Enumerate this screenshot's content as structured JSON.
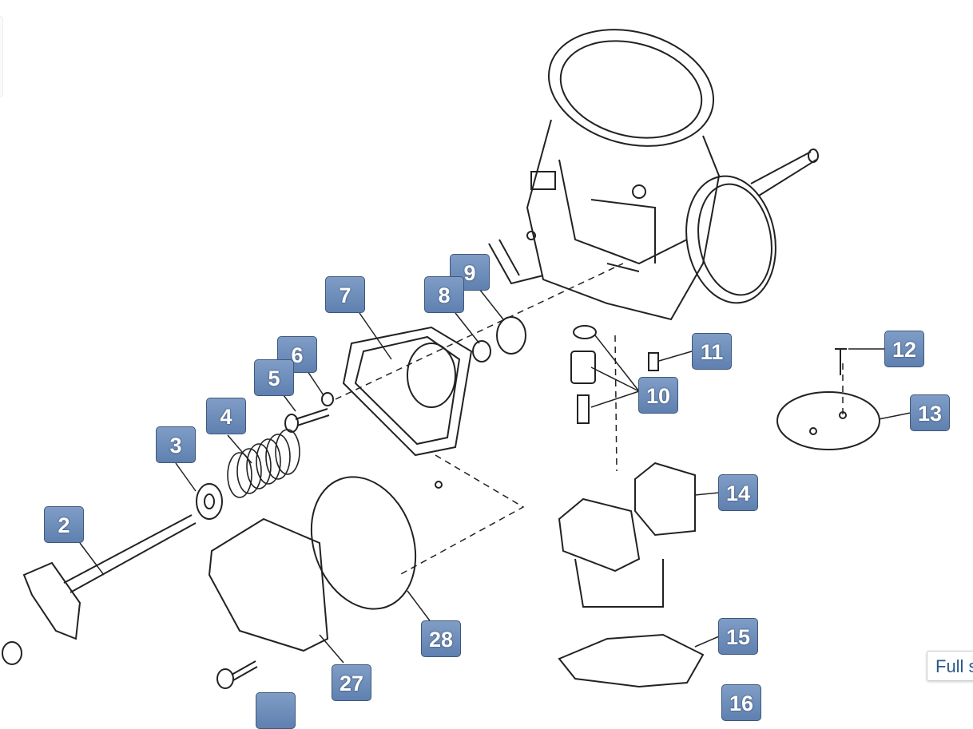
{
  "diagram": {
    "callouts": [
      {
        "id": "c2",
        "label": "2"
      },
      {
        "id": "c3",
        "label": "3"
      },
      {
        "id": "c4",
        "label": "4"
      },
      {
        "id": "c5",
        "label": "5"
      },
      {
        "id": "c6",
        "label": "6"
      },
      {
        "id": "c7",
        "label": "7"
      },
      {
        "id": "c8",
        "label": "8"
      },
      {
        "id": "c9",
        "label": "9"
      },
      {
        "id": "c10",
        "label": "10"
      },
      {
        "id": "c11",
        "label": "11"
      },
      {
        "id": "c12",
        "label": "12"
      },
      {
        "id": "c13",
        "label": "13"
      },
      {
        "id": "c14",
        "label": "14"
      },
      {
        "id": "c15",
        "label": "15"
      },
      {
        "id": "c27",
        "label": "27"
      },
      {
        "id": "c28",
        "label": "28"
      },
      {
        "id": "c16",
        "label": "16"
      }
    ]
  },
  "controls": {
    "full_size_label": "Full s"
  },
  "colors": {
    "callout": "#6a8bb8",
    "callout_border": "#3f5878",
    "line": "#222222"
  }
}
